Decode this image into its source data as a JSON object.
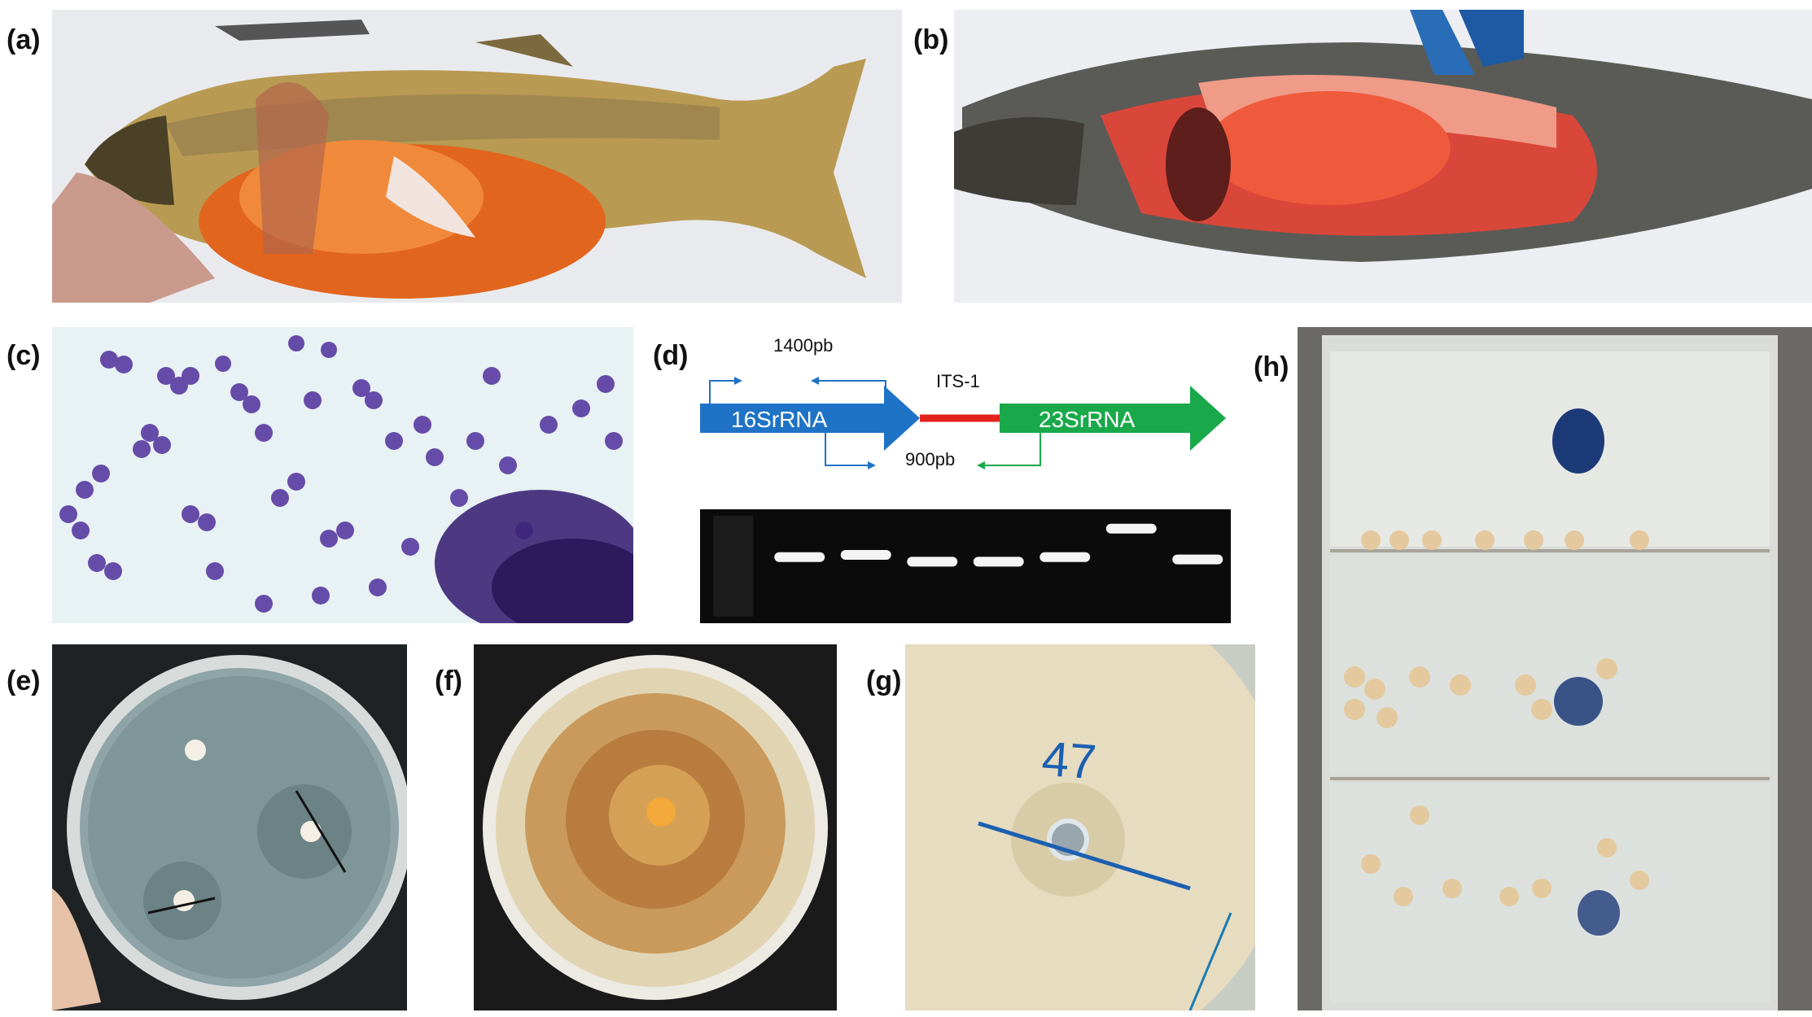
{
  "panels": {
    "a": {
      "label": "(a)"
    },
    "b": {
      "label": "(b)"
    },
    "c": {
      "label": "(c)"
    },
    "d": {
      "label": "(d)",
      "primer_long": "1400pb",
      "primer_short": "900pb",
      "spacer": "ITS-1",
      "gene_left": "16SrRNA",
      "gene_right": "23SrRNA",
      "gel": {
        "bands": [
          0.42,
          0.4,
          0.46,
          0.46,
          0.42,
          0.17,
          0.44
        ],
        "lanes": 8
      }
    },
    "e": {
      "label": "(e)"
    },
    "f": {
      "label": "(f)"
    },
    "g": {
      "label": "(g)",
      "plate_note": "47"
    },
    "h": {
      "label": "(h)"
    }
  },
  "colors": {
    "gene_left": "#1f73c6",
    "gene_right": "#19a94a",
    "spacer": "#e3231b",
    "gram_stain": "#5b3fa3"
  }
}
